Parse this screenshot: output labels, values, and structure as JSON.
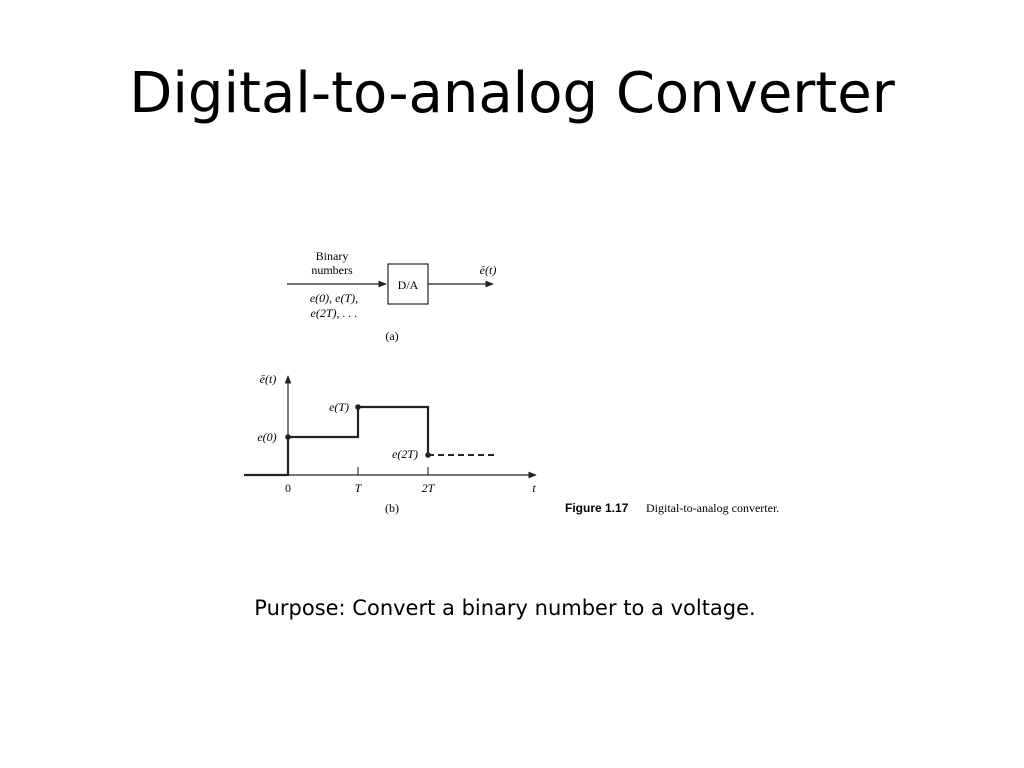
{
  "slide": {
    "title": "Digital-to-analog Converter",
    "purpose": "Purpose: Convert a binary number to a voltage."
  },
  "figure": {
    "part_a": {
      "input_label_line1": "Binary",
      "input_label_line2": "numbers",
      "input_values_line1": "e(0), e(T),",
      "input_values_line2": "e(2T), . . .",
      "block_label": "D/A",
      "output_label": "ē(t)",
      "caption": "(a)"
    },
    "part_b": {
      "y_axis_label": "ē(t)",
      "x_axis_label": "t",
      "x_ticks": [
        "0",
        "T",
        "2T"
      ],
      "point_labels": [
        "e(0)",
        "e(T)",
        "e(2T)"
      ],
      "caption": "(b)"
    },
    "caption_number": "Figure 1.17",
    "caption_text": "Digital-to-analog converter."
  }
}
